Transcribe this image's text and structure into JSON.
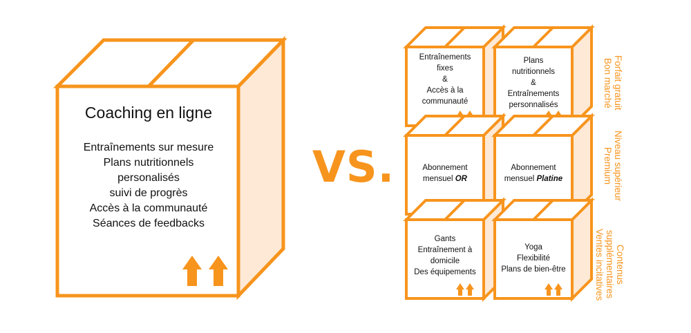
{
  "colors": {
    "accent": "#F7941D",
    "side_fill": "#FDE9D6",
    "text": "#111111"
  },
  "big_box": {
    "title": "Coaching en ligne",
    "items": [
      "Entraînements sur mesure",
      "Plans nutritionnels",
      "personalisés",
      "suivi de progrès",
      "Accès à la communauté",
      "Séances de feedbacks"
    ]
  },
  "vs_label": "VS.",
  "small_boxes": {
    "r1c1": [
      "Entraînements",
      "fixes",
      "&",
      "Accès à la",
      "communauté"
    ],
    "r1c2": [
      "Plans",
      "nutritionnels",
      "&",
      "Entraînements",
      "personnalisés"
    ],
    "r2c1": {
      "line1": "Abonnement",
      "line2": "mensuel ",
      "emph": "OR"
    },
    "r2c2": {
      "line1": "Abonnement",
      "line2": "mensuel ",
      "emph": "Platine"
    },
    "r3c1": [
      "Gants",
      "Entraînement à",
      "domicile",
      "Des équipements"
    ],
    "r3c2": [
      "Yoga",
      "Flexibilité",
      "Plans de bien-être"
    ]
  },
  "tiers": [
    {
      "line1": "Forfait gratuit",
      "line2": "Bon marché"
    },
    {
      "line1": "Niveau supérieur",
      "line2": "Premium"
    },
    {
      "line1": "Contenus",
      "line2": "supplémentaires",
      "line3": "Ventes incitatives"
    }
  ],
  "icons": {
    "arrows": "double-up-arrow-icon"
  }
}
